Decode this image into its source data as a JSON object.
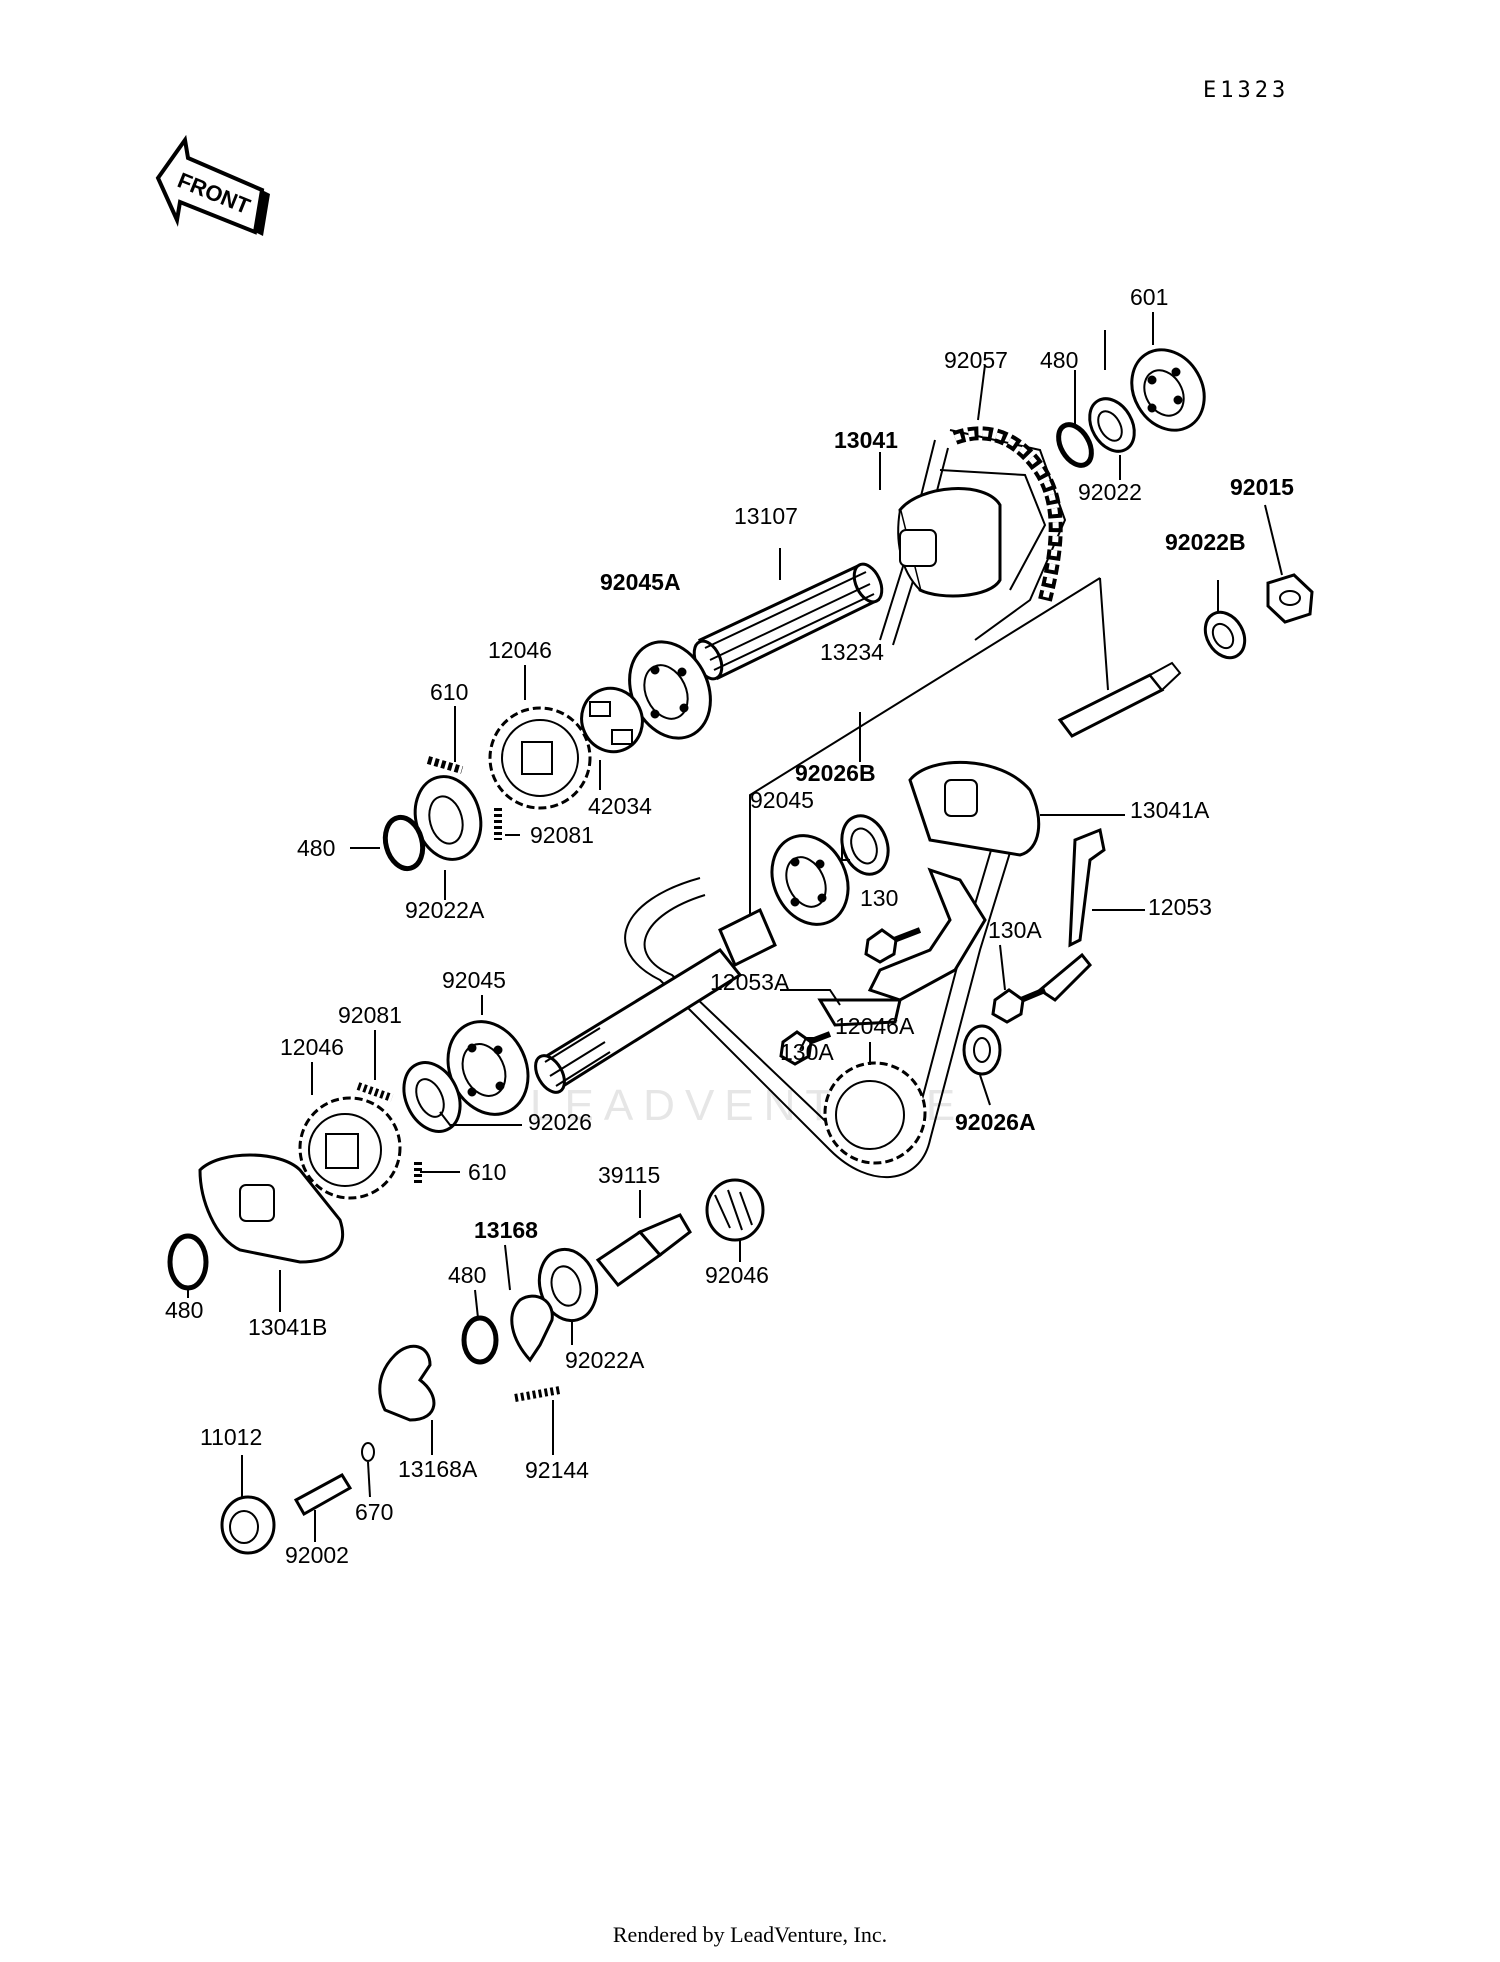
{
  "header": {
    "code": "E1323",
    "front_label": "FRONT"
  },
  "footer": {
    "rendered_by": "Rendered by LeadVenture, Inc."
  },
  "watermark": "LEADVENTURE",
  "labels": {
    "l601": "601",
    "l92057": "92057",
    "l480_top": "480",
    "l13041": "13041",
    "l92022": "92022",
    "l92015": "92015",
    "l13107": "13107",
    "l92022B": "92022B",
    "l92045A": "92045A",
    "l12046_top": "12046",
    "l13234": "13234",
    "l610_top": "610",
    "l92026B": "92026B",
    "l92045_mid": "92045",
    "l13041A": "13041A",
    "l42034": "42034",
    "l480_left": "480",
    "l92081_top": "92081",
    "l92022A_left": "92022A",
    "l130": "130",
    "l12053": "12053",
    "l130A_right": "130A",
    "l12053A": "12053A",
    "l92045_low": "92045",
    "l92081_low": "92081",
    "l130A_low": "130A",
    "l12046A": "12046A",
    "l12046_low": "12046",
    "l92026": "92026",
    "l92026A": "92026A",
    "l610_low": "610",
    "l39115": "39115",
    "l13168": "13168",
    "l480_mid": "480",
    "l92046": "92046",
    "l480_bottom": "480",
    "l13041B": "13041B",
    "l92022A_low": "92022A",
    "l11012": "11012",
    "l13168A": "13168A",
    "l92144": "92144",
    "l670": "670",
    "l92002": "92002"
  }
}
